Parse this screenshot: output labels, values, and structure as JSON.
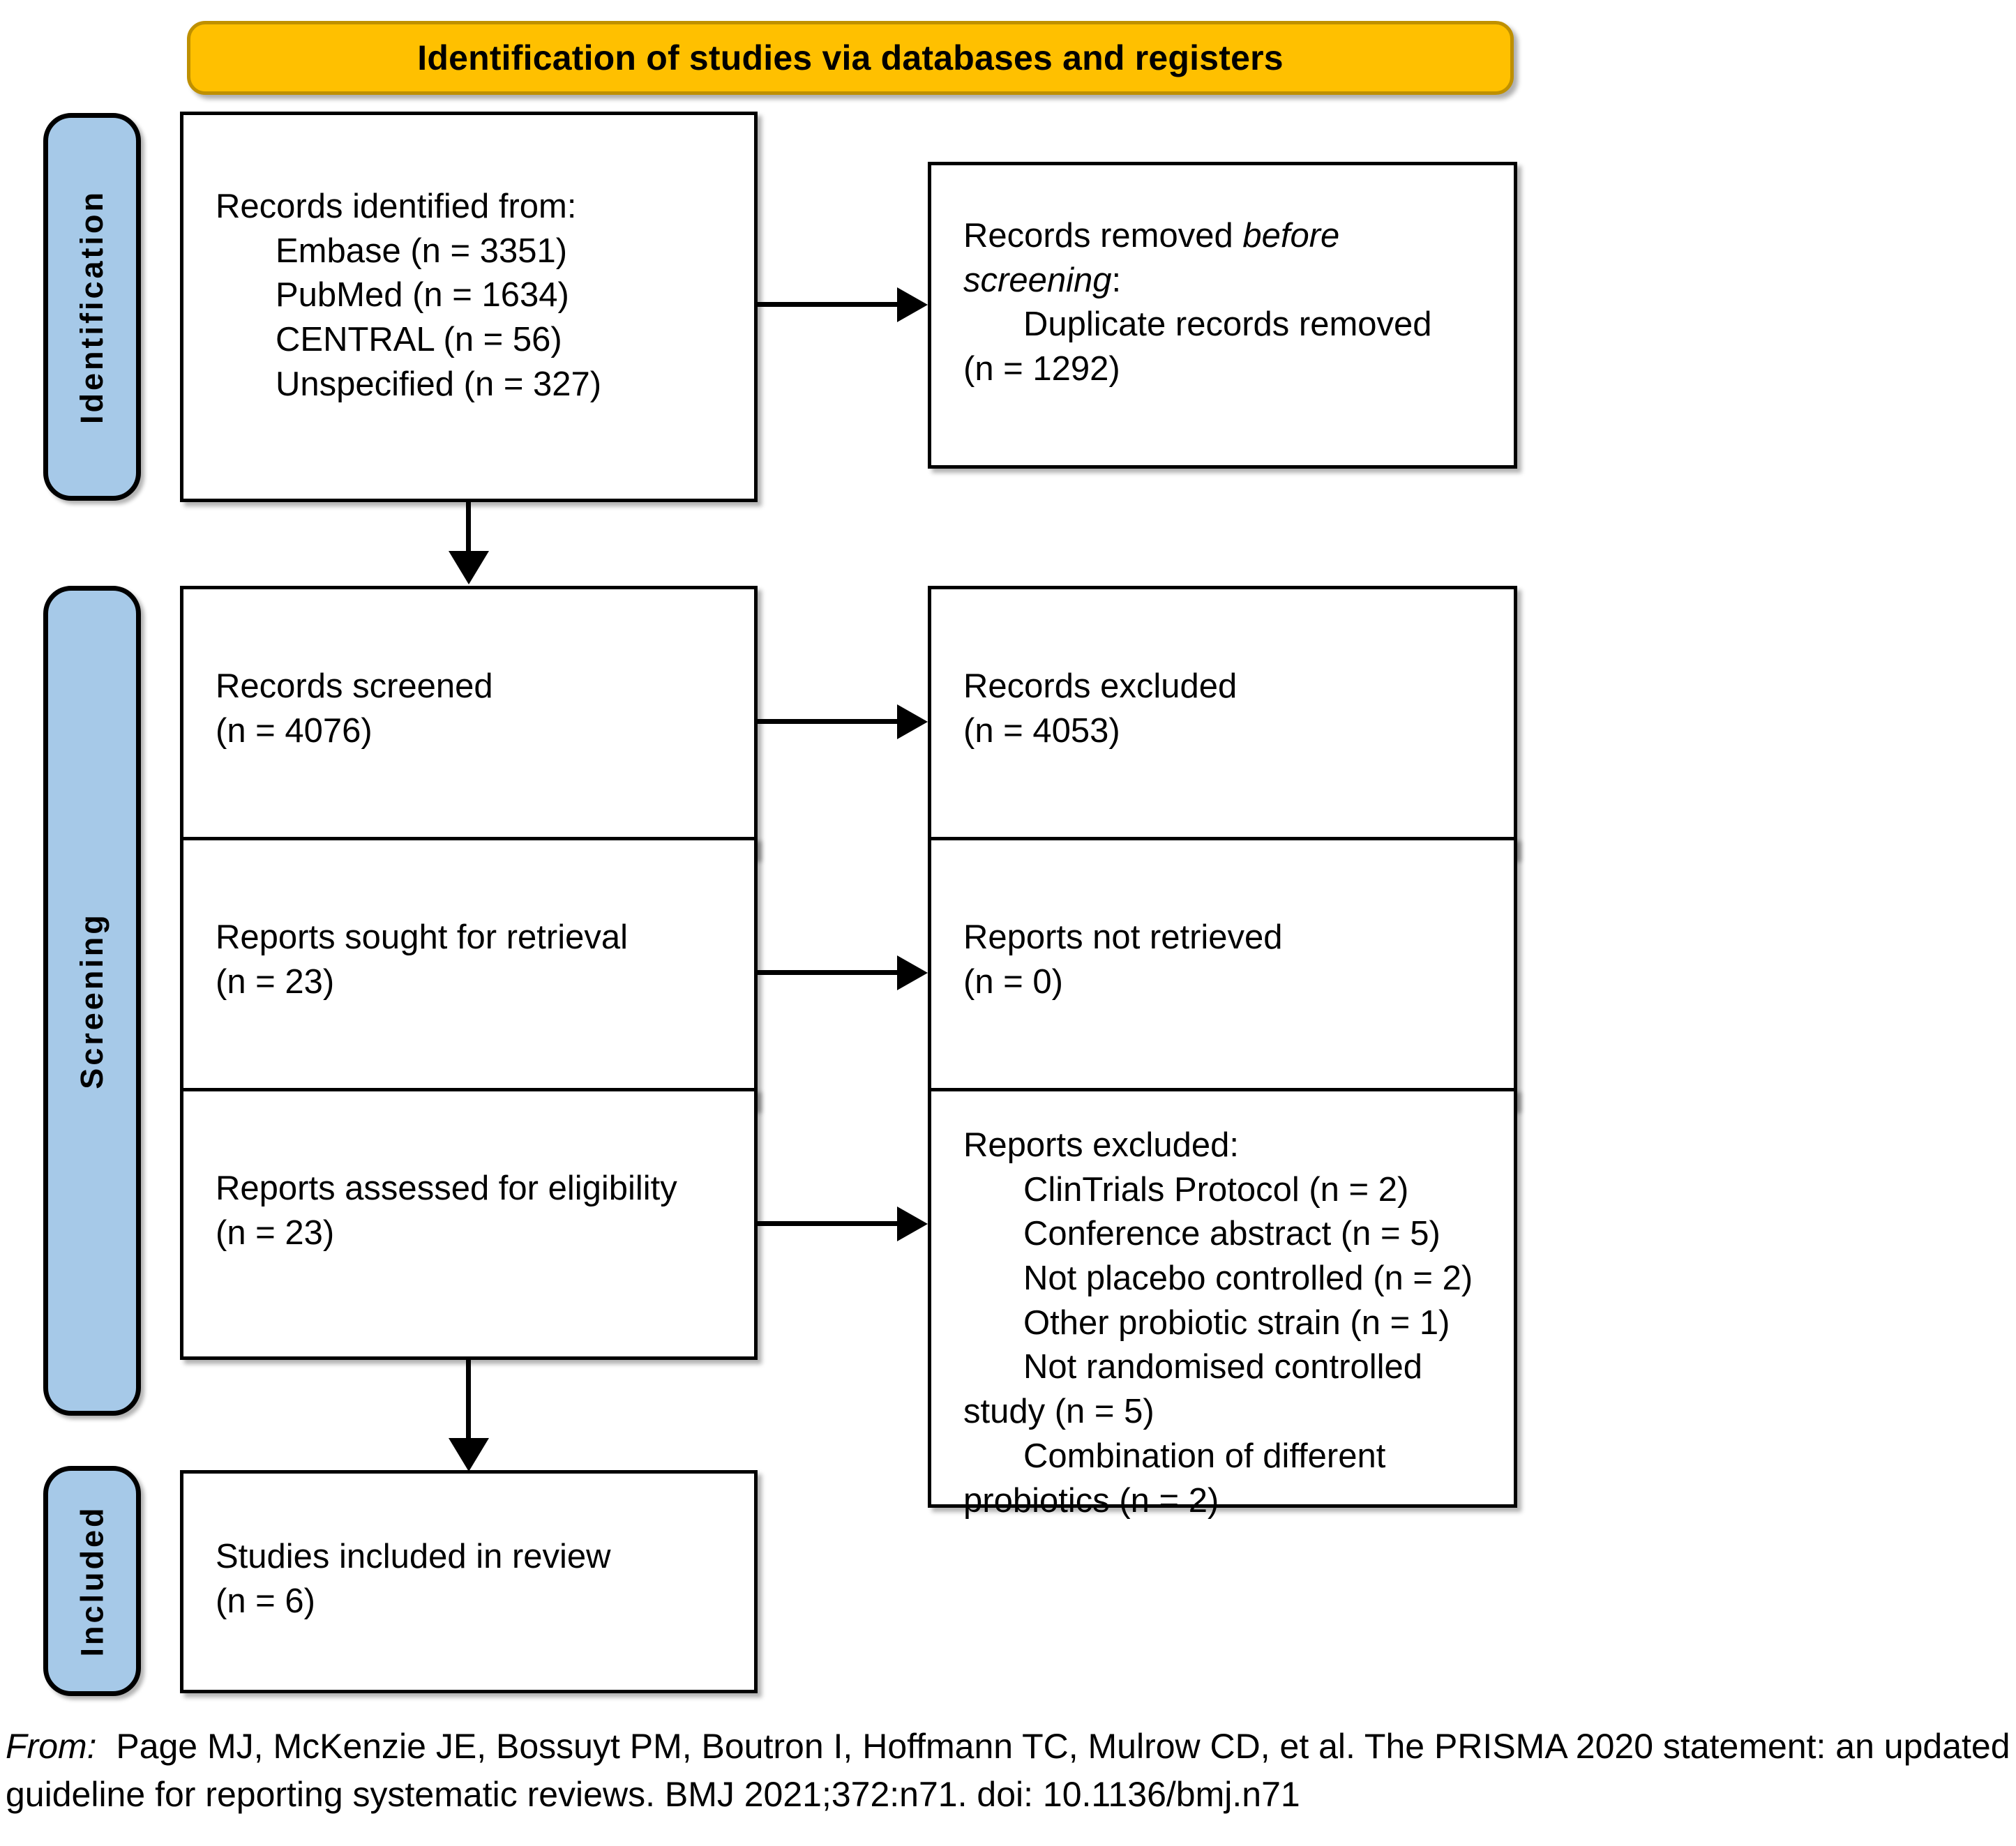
{
  "header": {
    "title": "Identification of studies via databases and registers",
    "fill_color": "#FFC000",
    "border_color": "#BF9000"
  },
  "phases": [
    {
      "id": "identification",
      "label": "Identification",
      "fill_color": "#A6C9E8"
    },
    {
      "id": "screening",
      "label": "Screening",
      "fill_color": "#A6C9E8"
    },
    {
      "id": "included",
      "label": "Included",
      "fill_color": "#A6C9E8"
    }
  ],
  "boxes": {
    "identified": {
      "heading": "Records identified from:",
      "items": [
        "Embase (n = 3351)",
        "PubMed (n = 1634)",
        "CENTRAL (n = 56)",
        "Unspecified (n = 327)"
      ]
    },
    "removed_before_screening": {
      "heading_lead": "Records removed ",
      "heading_em": "before screening",
      "heading_tail": ":",
      "item": "Duplicate records removed",
      "count": "(n = 1292)"
    },
    "records_screened": {
      "label": "Records screened",
      "count": "(n = 4076)"
    },
    "records_excluded": {
      "label": "Records excluded",
      "count": "(n = 4053)"
    },
    "reports_sought": {
      "label": "Reports sought for retrieval",
      "count": "(n = 23)"
    },
    "reports_not_retrieved": {
      "label": "Reports not retrieved",
      "count": "(n = 0)"
    },
    "reports_assessed": {
      "label": "Reports assessed for eligibility",
      "count": "(n = 23)"
    },
    "reports_excluded": {
      "heading": "Reports excluded:",
      "reasons": [
        "ClinTrials Protocol (n = 2)",
        "Conference abstract (n = 5)",
        "Not placebo controlled (n = 2)",
        "Other probiotic strain (n = 1)",
        "Not randomised controlled",
        "study (n = 5)",
        "Combination of different",
        "probiotics (n = 2)"
      ]
    },
    "studies_included": {
      "label": "Studies included in review",
      "count": "(n = 6)"
    }
  },
  "citation": {
    "prefix": "From:",
    "text": "Page MJ, McKenzie JE, Bossuyt PM, Boutron I, Hoffmann TC, Mulrow CD, et al. The PRISMA 2020 statement: an updated guideline for reporting systematic reviews. BMJ 2021;372:n71. doi: 10.1136/bmj.n71"
  }
}
